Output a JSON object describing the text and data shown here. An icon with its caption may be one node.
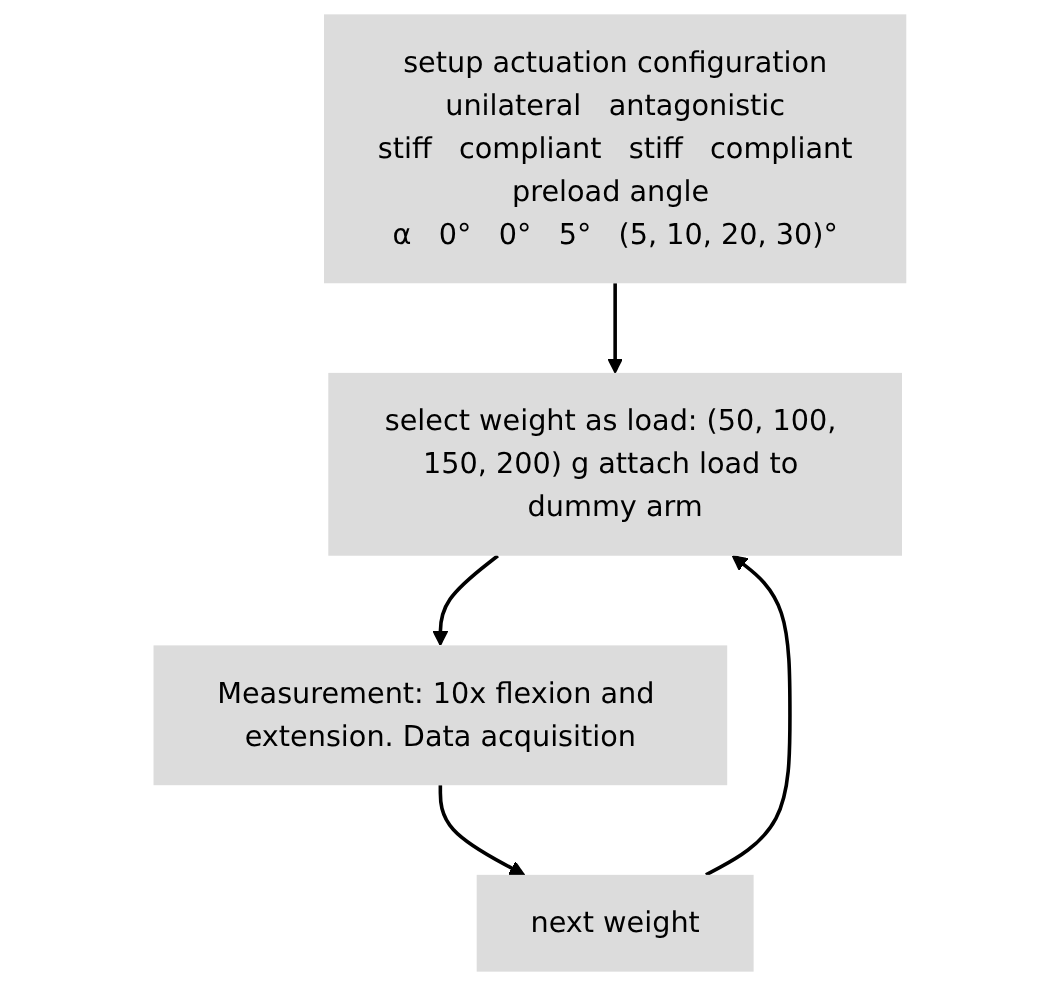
{
  "diagram": {
    "nodes": [
      {
        "text": [
          "setup actuation configuration",
          "unilateral",
          "antagonistic",
          "stiff",
          "compliant",
          "stiff",
          "compliant",
          "preload angle α",
          "0°",
          "0°",
          "5°",
          "(5, 10, 20, 30)°"
        ]
      },
      {
        "text": [
          "select weight as load: (50, 100, 150, 200) g attach load to dummy arm"
        ]
      },
      {
        "text": [
          "Measurement: 10x flexion and extension. Data acquisition"
        ]
      },
      {
        "text": [
          "next weight"
        ]
      }
    ],
    "edges": [
      {
        "from": 0,
        "to": 1,
        "arrow": "to"
      },
      {
        "from": 1,
        "to": 2,
        "arrow": "to"
      },
      {
        "from": 2,
        "to": 3,
        "arrow": "to"
      },
      {
        "from": 3,
        "to": 1,
        "arrow": "to"
      }
    ]
  }
}
